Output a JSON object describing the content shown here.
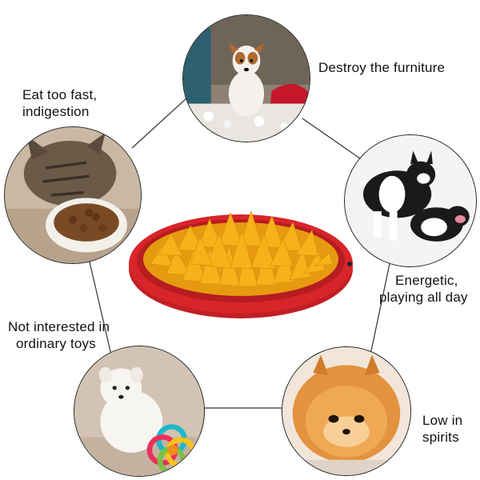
{
  "center": {
    "name": "snuffle-mat",
    "colors": {
      "rim": "#d8252a",
      "felt": "#f6b21b",
      "felt_shadow": "#e59a0f"
    }
  },
  "items": [
    {
      "id": "furniture",
      "label": "Destroy the furniture",
      "subject": "small dog on couch with torn pillow"
    },
    {
      "id": "energetic",
      "label_lines": [
        "Energetic,",
        "playing all day"
      ],
      "subject": "two boston terriers playing"
    },
    {
      "id": "low-spirits",
      "label_lines": [
        "Low in",
        "spirits"
      ],
      "subject": "sad pomeranian lying down"
    },
    {
      "id": "toys",
      "label_lines": [
        "Not interested in",
        "ordinary toys"
      ],
      "subject": "white puppy with rainbow ball toy"
    },
    {
      "id": "eat-fast",
      "label_lines": [
        "Eat too fast,",
        "indigestion"
      ],
      "subject": "cat eating from bowl of kibble"
    }
  ]
}
